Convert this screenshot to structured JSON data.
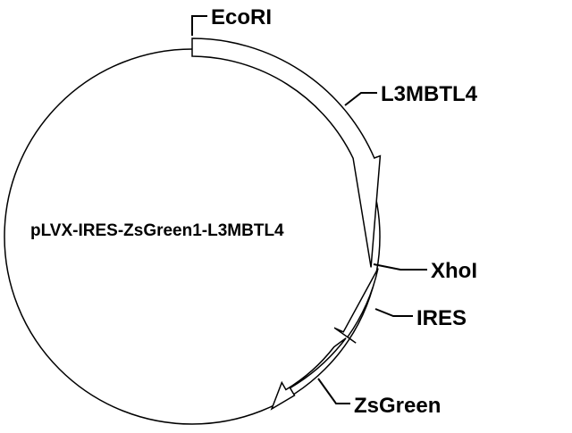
{
  "plasmid": {
    "name": "pLVX-IRES-ZsGreen1-L3MBTL4",
    "line_color": "#000000",
    "fill_color": "#ffffff"
  },
  "sites": [
    {
      "key": "ecori",
      "label": "EcoRI"
    },
    {
      "key": "xhoi",
      "label": "XhoI"
    }
  ],
  "features": [
    {
      "key": "l3mbtl4",
      "label": "L3MBTL4"
    },
    {
      "key": "ires",
      "label": "IRES"
    },
    {
      "key": "zsgreen",
      "label": "ZsGreen"
    }
  ]
}
